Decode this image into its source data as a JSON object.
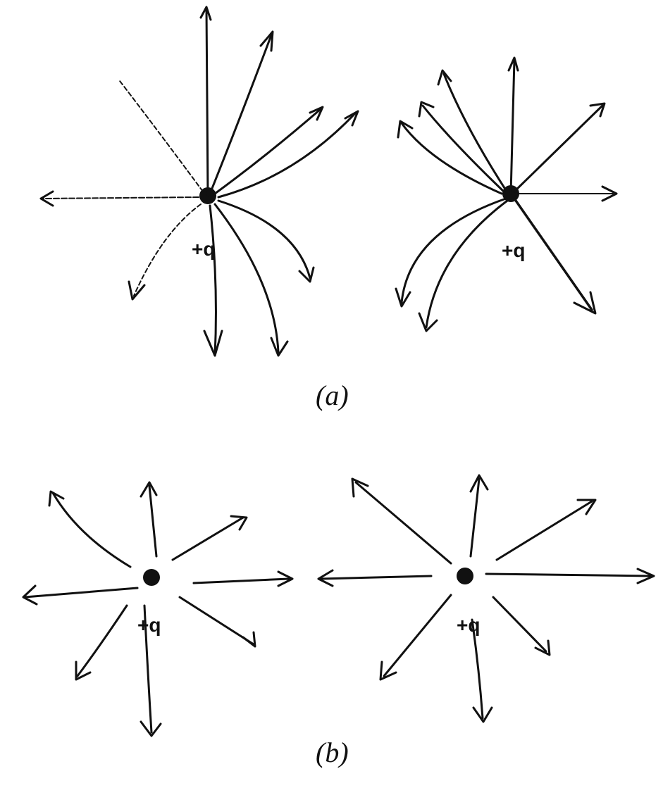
{
  "figure": {
    "panel_a": {
      "caption": "(a)",
      "left_charge": {
        "label": "+q"
      },
      "right_charge": {
        "label": "+q"
      }
    },
    "panel_b": {
      "caption": "(b)",
      "left_charge": {
        "label": "+q"
      },
      "right_charge": {
        "label": "+q"
      }
    }
  },
  "colors": {
    "ink": "#111111",
    "background": "#ffffff"
  }
}
